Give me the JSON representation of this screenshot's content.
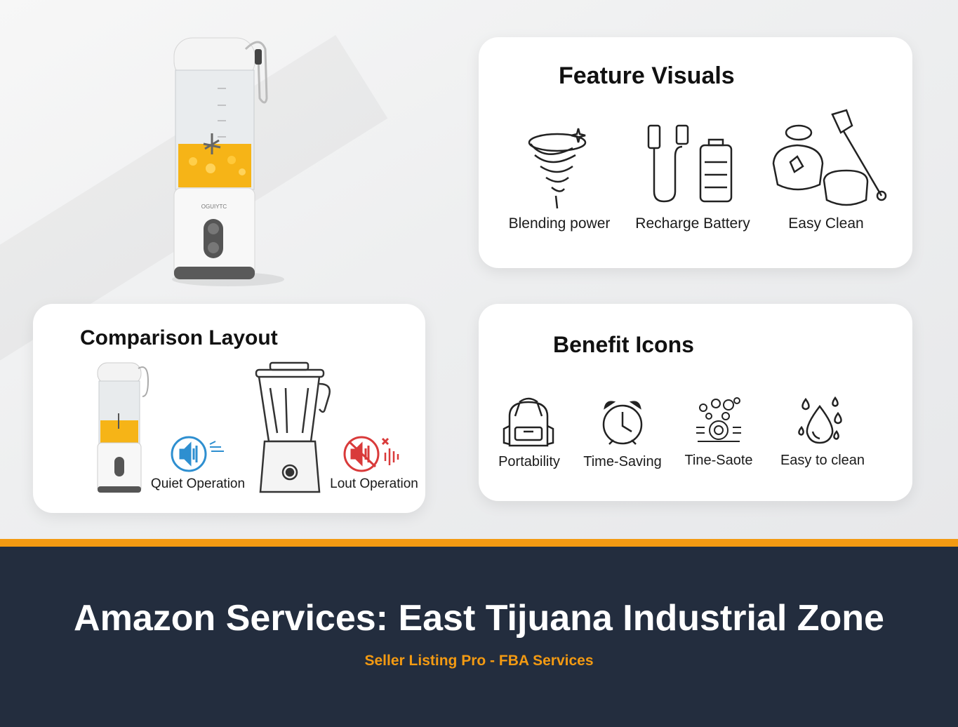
{
  "feature_visuals": {
    "title": "Feature Visuals",
    "items": [
      {
        "label": "Blending power",
        "icon": "tornado-icon"
      },
      {
        "label": "Recharge Battery",
        "icon": "cable-battery-icon"
      },
      {
        "label": "Easy Clean",
        "icon": "cleaning-brush-icon"
      }
    ]
  },
  "comparison_layout": {
    "title": "Comparison Layout",
    "items": [
      {
        "label": "Quiet Operation",
        "icon": "quiet-speaker-icon"
      },
      {
        "label": "Lout Operation",
        "icon": "loud-speaker-icon"
      }
    ]
  },
  "benefit_icons": {
    "title": "Benefit Icons",
    "items": [
      {
        "label": "Portability",
        "icon": "backpack-icon"
      },
      {
        "label": "Time-Saving",
        "icon": "alarm-clock-icon"
      },
      {
        "label": "Tine-Saote",
        "icon": "bubbles-icon"
      },
      {
        "label": "Easy to clean",
        "icon": "water-drop-icon"
      }
    ]
  },
  "product": {
    "brand_text": "OGUIYTC"
  },
  "footer": {
    "title": "Amazon Services: East Tijuana Industrial Zone",
    "subtitle": "Seller Listing Pro - FBA Services"
  },
  "colors": {
    "accent": "#f39a12",
    "footer_bg": "#232d3e",
    "quiet_blue": "#2e8fd0",
    "loud_red": "#d93a3a"
  }
}
